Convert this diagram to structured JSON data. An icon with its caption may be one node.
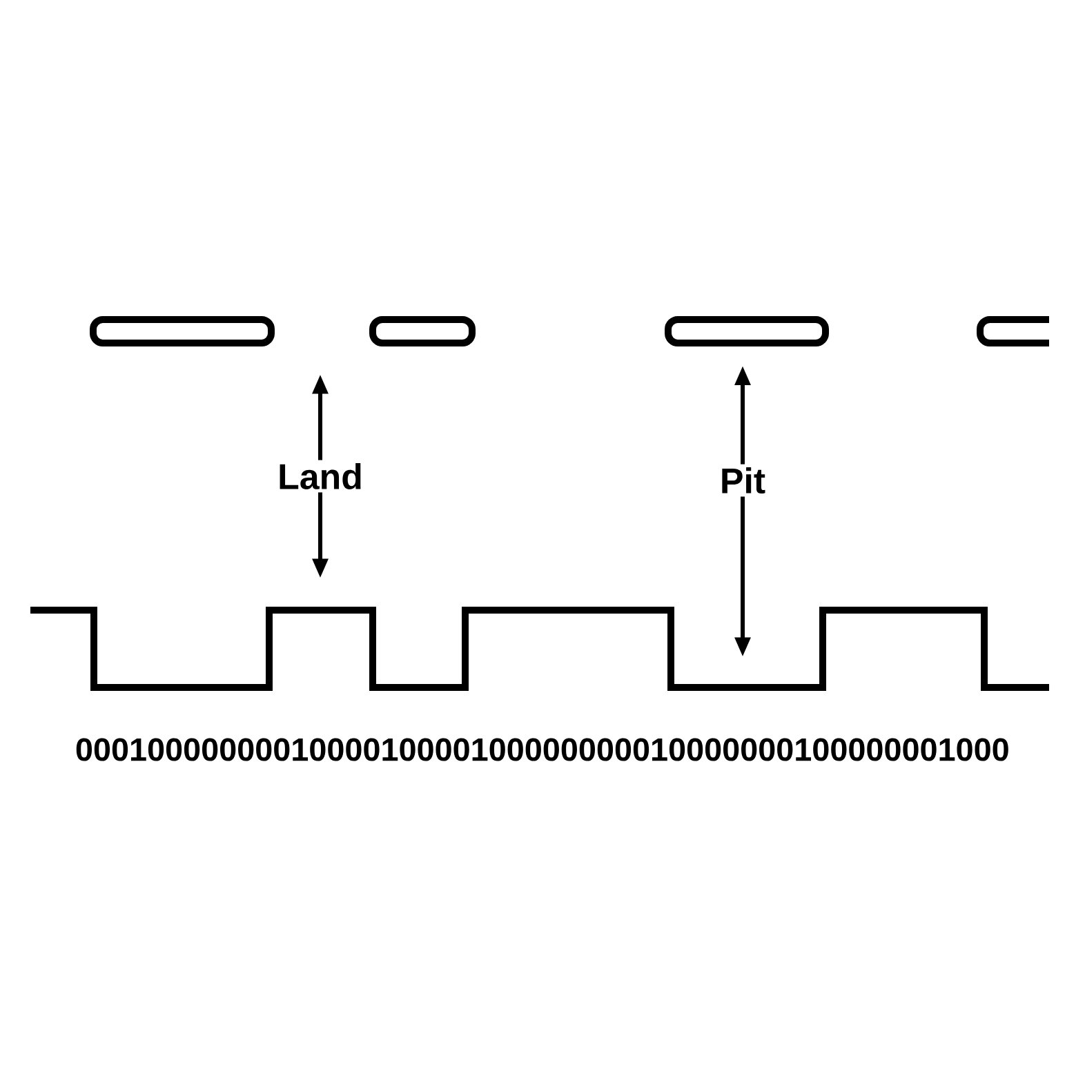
{
  "diagram": {
    "nodes": [
      {
        "text": [],
        "shape": "bar"
      },
      {
        "text": [],
        "shape": "bar"
      },
      {
        "text": [],
        "shape": "bar"
      },
      {
        "text": [],
        "shape": "bar"
      },
      {
        "text": [
          "Land"
        ]
      },
      {
        "text": [
          "Pit"
        ]
      }
    ],
    "edges": [
      {
        "from": 4,
        "to": null,
        "arrow": "to"
      },
      {
        "from": 4,
        "to": null,
        "arrow": "to"
      },
      {
        "from": 5,
        "to": 2,
        "arrow": "to"
      },
      {
        "from": 5,
        "to": null,
        "arrow": "to"
      }
    ],
    "labels": [
      "0001000000001000010000100000000010000000100000001000"
    ]
  }
}
